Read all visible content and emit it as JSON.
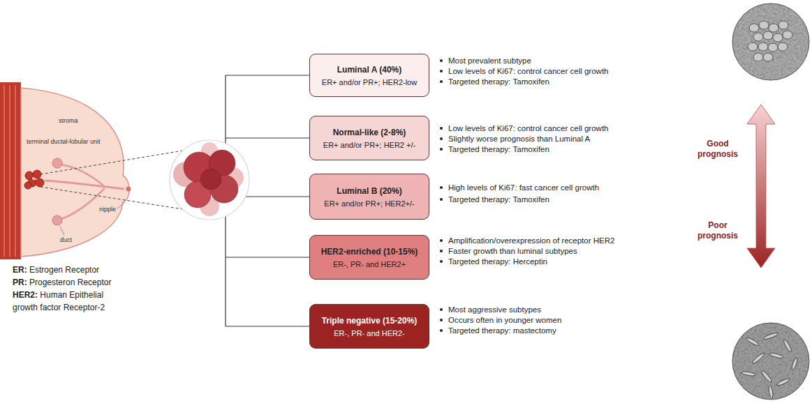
{
  "diagram": {
    "nodes": [
      {
        "text": [
          "Luminal A (40%)",
          "ER+ and/or PR+; HER2-low"
        ]
      },
      {
        "text": [
          "Normal-like (2-8%)",
          "ER+ and/or PR+; HER2 +/-"
        ]
      },
      {
        "text": [
          "Luminal B (20%)",
          "ER+ and/or PR+; HER2+/-"
        ]
      },
      {
        "text": [
          "HER2-enriched (10-15%)",
          "ER-, PR- and HER2+"
        ]
      },
      {
        "text": [
          "Triple negative (15-20%)",
          "ER-, PR- and HER2-"
        ]
      }
    ],
    "labels": [
      "stroma",
      "terminal ductal-lobular unit",
      "nipple",
      "duct",
      "ER: Estrogen Receptor",
      "PR: Progesteron Receptor",
      "HER2: Human Epithelial growth factor Receptor-2",
      "Most prevalent subtype",
      "Low levels of Ki67: control cancer cell growth",
      "Targeted therapy: Tamoxifen",
      "Low levels of Ki67: control cancer cell growth",
      "Slightly worse prognosis than Luminal A",
      "Targeted therapy: Tamoxifen",
      "High levels of Ki67: fast cancer cell growth",
      "Targeted therapy: Tamoxifen",
      "Amplification/overexpression of receptor HER2",
      "Faster growth than luminal subtypes",
      "Targeted therapy: Herceptin",
      "Most aggressive subtypes",
      "Occurs often in younger women",
      "Targeted therapy: mastectomy",
      "Good prognosis",
      "Poor prognosis"
    ]
  }
}
